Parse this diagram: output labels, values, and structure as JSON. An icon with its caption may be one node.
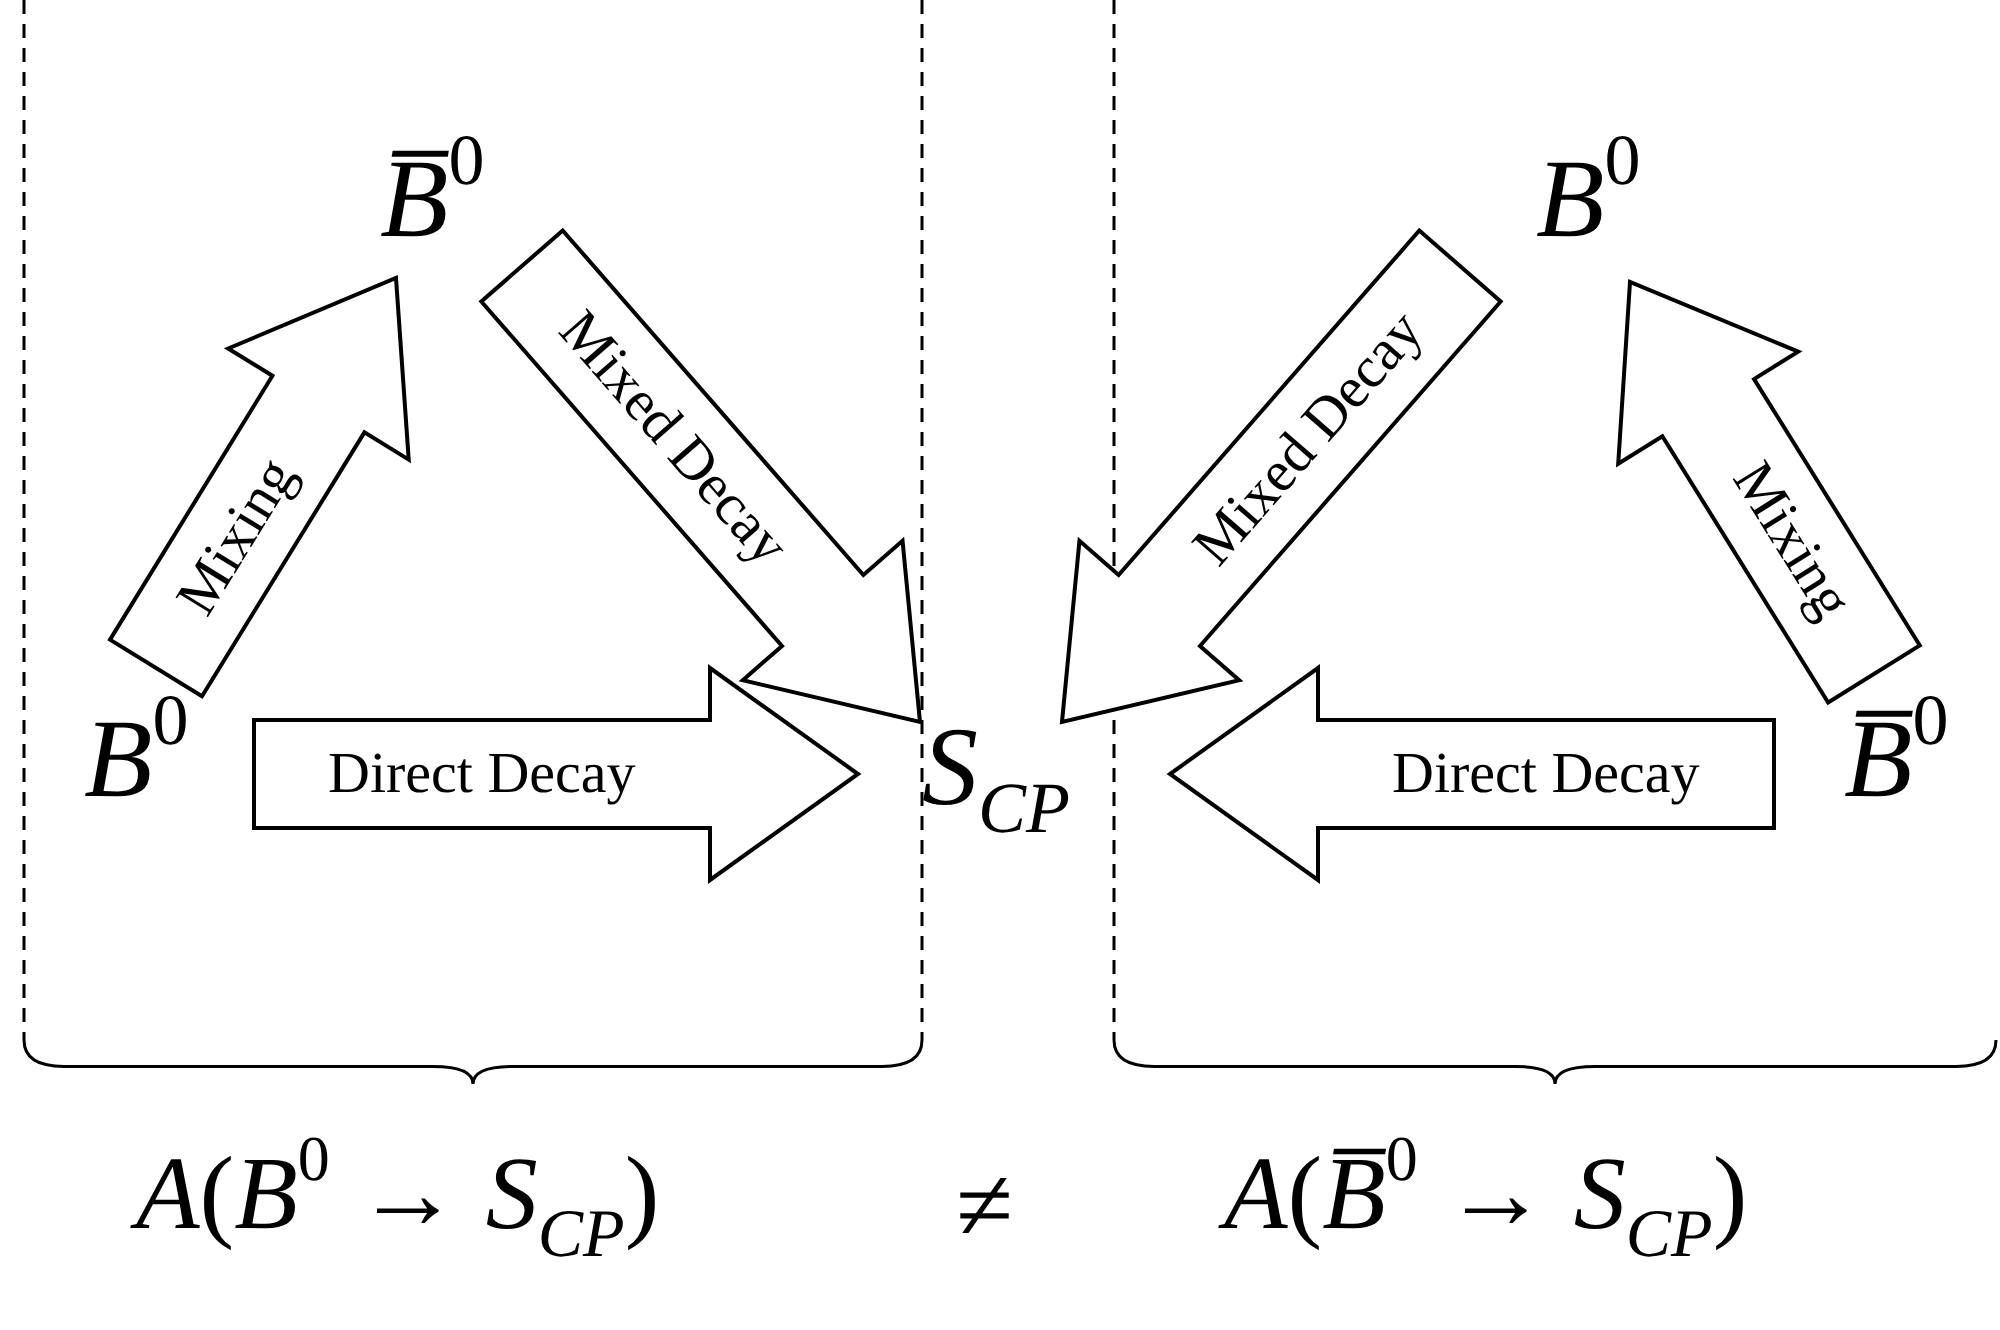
{
  "diagram": {
    "nodes": [
      {
        "text": [
          "*B*$^{0}$"
        ]
      },
      {
        "text": [
          "*B̅*$^{0}$"
        ]
      },
      {
        "text": [
          "*S*$_{CP}$"
        ]
      },
      {
        "text": [
          "*B̅*$^{0}$"
        ]
      },
      {
        "text": [
          "*B*$^{0}$"
        ]
      }
    ],
    "edges": [
      {
        "from": 0,
        "to": 1,
        "arrow": "to",
        "label": "Mixing"
      },
      {
        "from": 1,
        "to": 2,
        "arrow": "to",
        "label": "Mixed Decay"
      },
      {
        "from": 0,
        "to": 2,
        "arrow": "to",
        "label": "Direct Decay"
      },
      {
        "from": 3,
        "to": 2,
        "arrow": "to",
        "label": "Direct Decay"
      },
      {
        "from": 4,
        "to": 2,
        "arrow": "to",
        "label": "Mixed Decay"
      },
      {
        "from": 3,
        "to": 4,
        "arrow": "to",
        "label": "Mixing"
      }
    ],
    "labels": [
      "*A*(*B*$^{0}$ → *S*$_{CP}$)",
      "≠",
      "*A*(*B̅*$^{0}$ → *S*$_{CP}$)"
    ]
  }
}
